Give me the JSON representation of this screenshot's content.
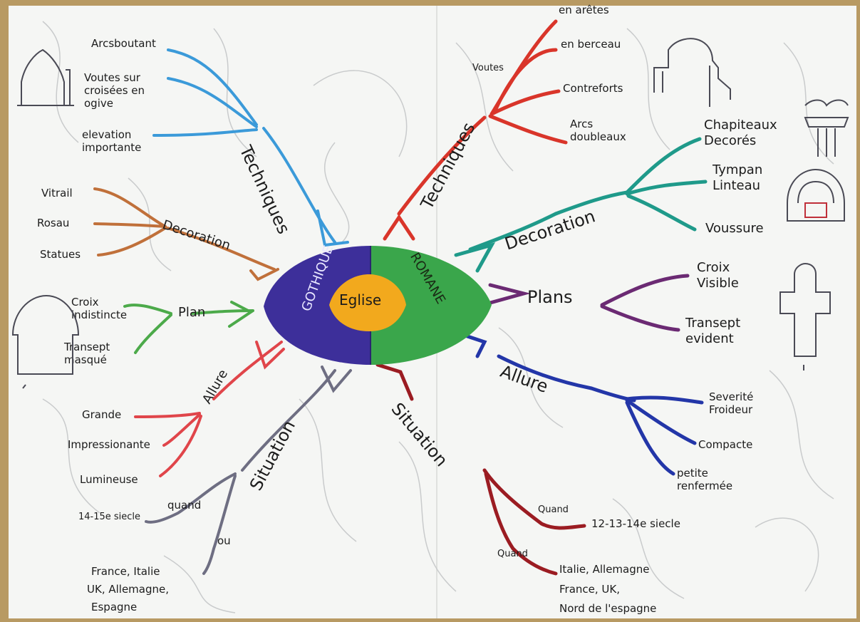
{
  "center": "Eglise",
  "gothique_label": "GOTHIQUE",
  "romane_label": "ROMANE",
  "colors": {
    "gothique": "#3d2f9a",
    "romane": "#3aa64b",
    "center": "#f2a91d",
    "tech_blue": "#3b9ad9",
    "deco_brown": "#c0703a",
    "plan_green": "#4caa4a",
    "allure_red": "#e0454a",
    "situation_gray": "#6e6e82",
    "tech_red": "#d9352a",
    "deco_teal": "#1f9a8a",
    "plans_purple": "#6b2a73",
    "allure_blue": "#2336a8",
    "situation_maroon": "#9b1c22"
  },
  "gothique": {
    "techniques": {
      "title": "Techniques",
      "items": [
        "Arcsboutant",
        "Voutes sur croisées en ogive",
        "elevation importante"
      ]
    },
    "decoration": {
      "title": "Decoration",
      "items": [
        "Vitrail",
        "Rosau",
        "Statues"
      ]
    },
    "plan": {
      "title": "Plan",
      "items": [
        "Croix indistincte",
        "Transept masqué"
      ]
    },
    "allure": {
      "title": "Allure",
      "items": [
        "Grande",
        "Impressionante",
        "Lumineuse"
      ]
    },
    "situation": {
      "title": "Situation",
      "quand_label": "quand",
      "quand_value": "14-15e siecle",
      "ou_label": "ou",
      "ou_value": [
        "France, Italie",
        "UK, Allemagne,",
        "Espagne"
      ]
    }
  },
  "romane": {
    "techniques": {
      "title": "Techniques",
      "voutes_label": "Voutes",
      "voutes_items": [
        "en arêtes",
        "en berceau"
      ],
      "items": [
        "Contreforts",
        "Arcs doubleaux"
      ]
    },
    "decoration": {
      "title": "Decoration",
      "items": [
        "Chapiteaux Decorés",
        "Tympan Linteau",
        "Voussure"
      ]
    },
    "plans": {
      "title": "Plans",
      "items": [
        "Croix Visible",
        "Transept evident"
      ]
    },
    "allure": {
      "title": "Allure",
      "items": [
        "Severité Froideur",
        "Compacte",
        "petite renfermée"
      ]
    },
    "situation": {
      "title": "Situation",
      "quand1_label": "Quand",
      "quand1_value": "12-13-14e siecle",
      "quand2_label": "Quand",
      "quand2_value": [
        "Italie, Allemagne",
        "France, UK,",
        "Nord de l'espagne"
      ]
    }
  }
}
